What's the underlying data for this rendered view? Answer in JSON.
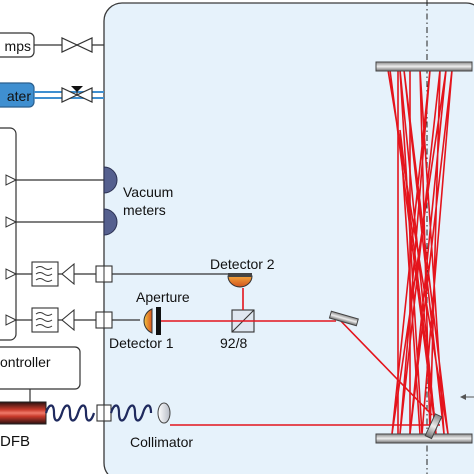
{
  "labels": {
    "pumps": "mps",
    "water": "ater",
    "vacuum_line1": "Vacuum",
    "vacuum_line2": "meters",
    "detector2": "Detector 2",
    "aperture": "Aperture",
    "detector1": "Detector 1",
    "splitter_ratio": "92/8",
    "controller": "ontroller",
    "dfb": "DFB",
    "collimator": "Collimator"
  },
  "colors": {
    "chamber_fill": "#e6f2fb",
    "water_fill": "#3f8fd0",
    "laser_beam": "#e4141c",
    "cable": "#1f2a5e",
    "detector_fill": "#55608f",
    "detector2_fill": "#e7862a"
  }
}
